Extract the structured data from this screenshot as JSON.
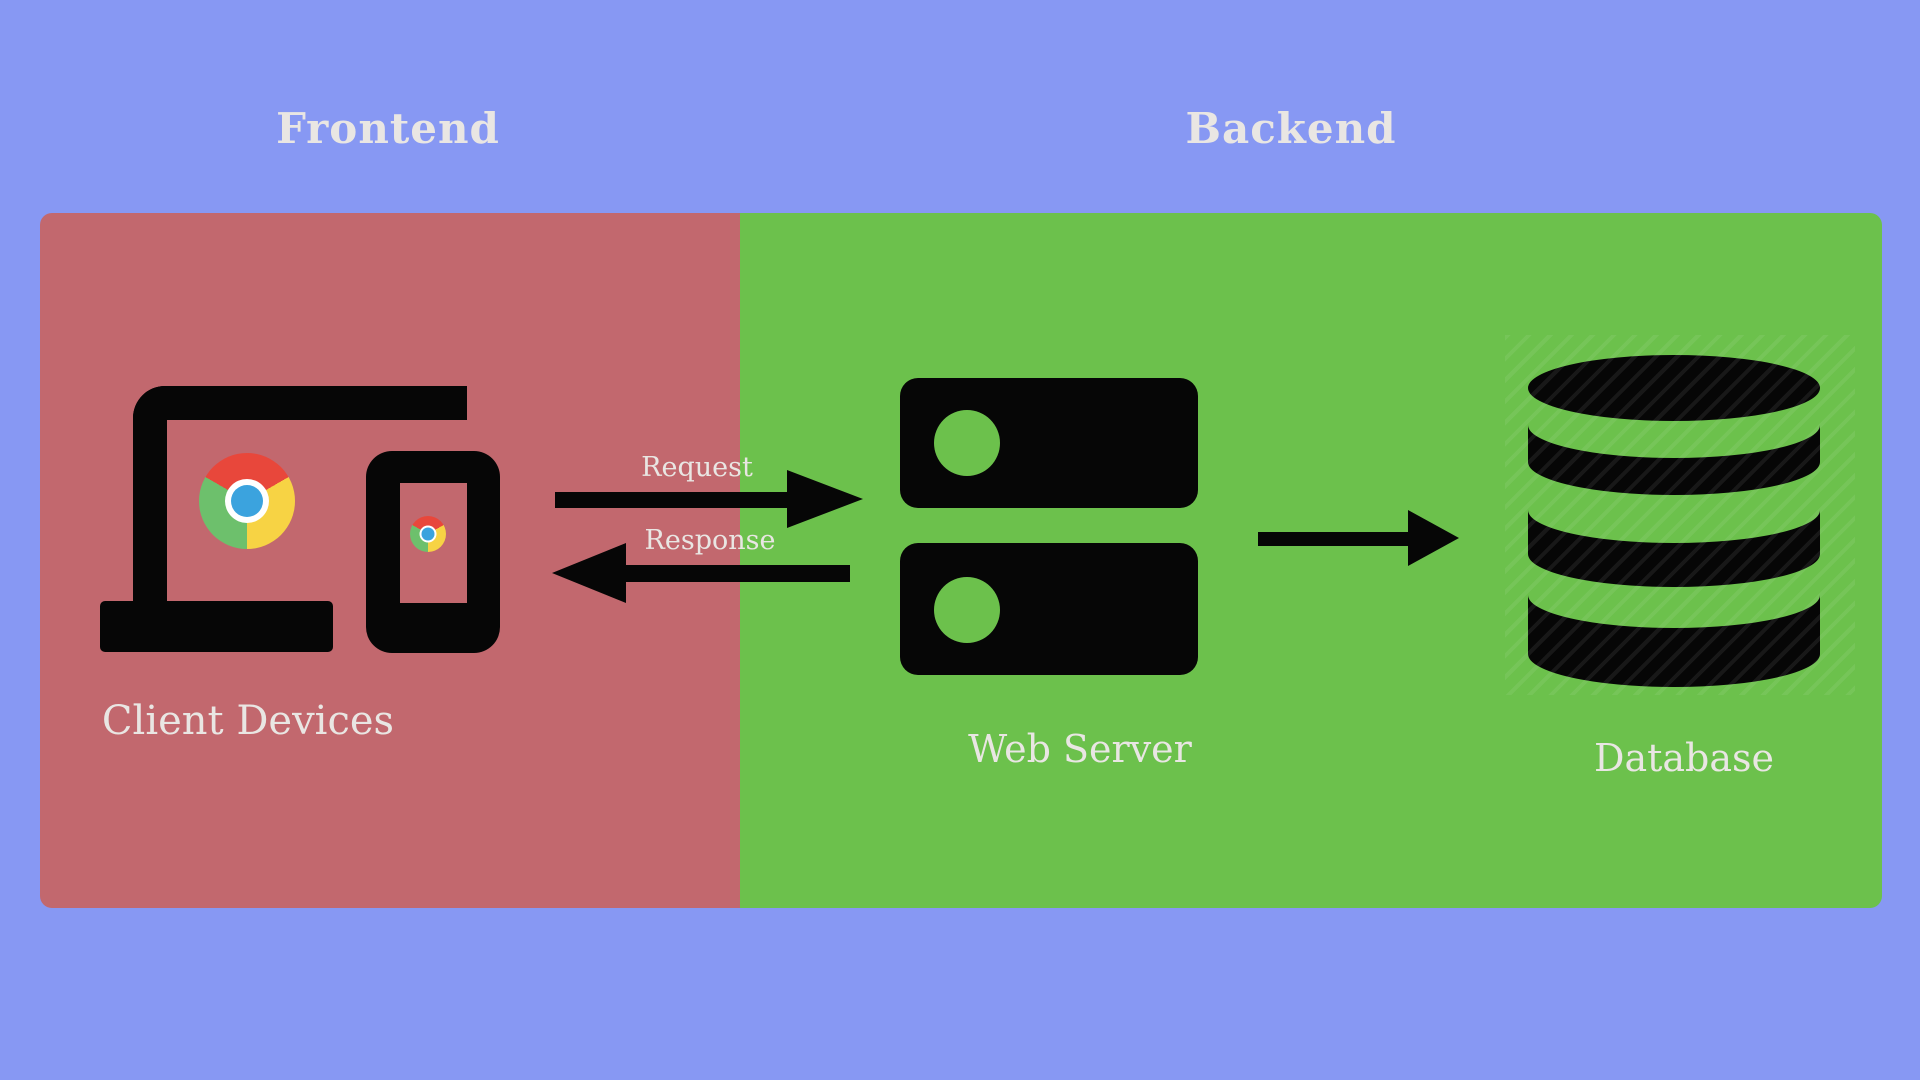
{
  "colors": {
    "background": "#8798F3",
    "frontend_panel": "#C2686E",
    "backend_panel": "#6CC14C",
    "icon_black": "#060606",
    "text_light": "#E9E6E3",
    "chrome_red": "#E8473B",
    "chrome_yellow": "#F7D344",
    "chrome_green": "#6DC06C",
    "chrome_blue": "#3BA3DE"
  },
  "sections": {
    "frontend": {
      "label": "Frontend"
    },
    "backend": {
      "label": "Backend"
    }
  },
  "nodes": {
    "client_devices": {
      "label": "Client Devices",
      "icon": "laptop-and-smartphone-chrome-icon"
    },
    "web_server": {
      "label": "Web Server",
      "icon": "server-stack-icon"
    },
    "database": {
      "label": "Database",
      "icon": "database-cylinder-icon"
    }
  },
  "flows": {
    "request": {
      "label": "Request",
      "direction": "client-to-server"
    },
    "response": {
      "label": "Response",
      "direction": "server-to-client"
    },
    "server_to_database": {
      "label": "",
      "direction": "server-to-database"
    }
  }
}
